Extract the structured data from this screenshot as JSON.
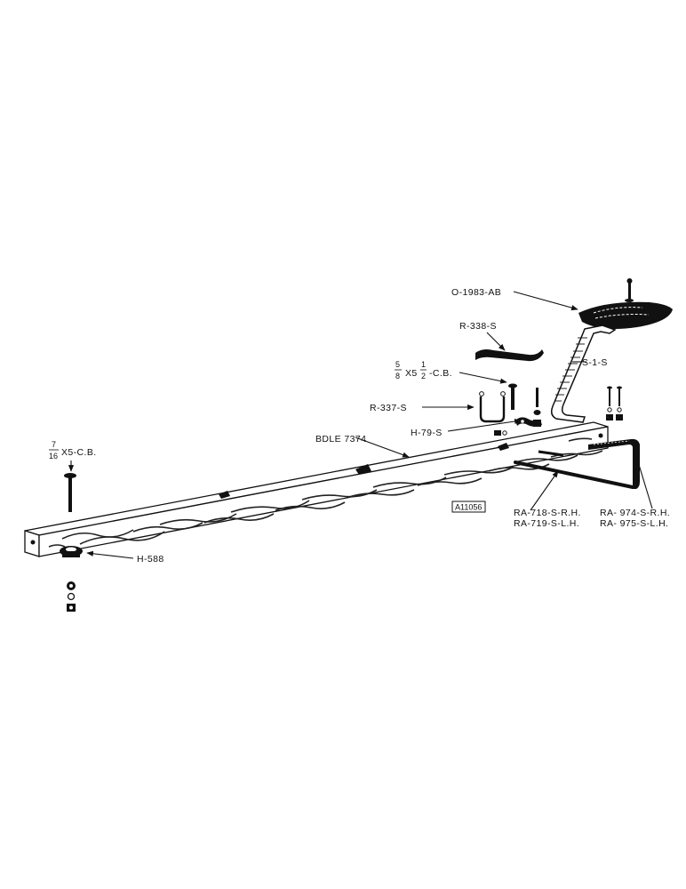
{
  "labels": {
    "seat": "O-1983-AB",
    "seat_bar": "R-338-S",
    "bolt_5_8": {
      "num": "5",
      "den": "8",
      "text": "X5",
      "frac_num": "1",
      "frac_den": "2",
      "suffix": "-C.B."
    },
    "seat_spring": "S-1-S",
    "u_bolt": "R-337-S",
    "clamp": "H-79-S",
    "pole": "BDLE 7374",
    "bolt_7_16": {
      "num": "7",
      "den": "16",
      "text": "X5-C.B."
    },
    "hitch": "H-588",
    "brace_rod_rh": "RA-718-S-R.H.",
    "brace_rod_lh": "RA-719-S-L.H.",
    "brace_rh": "RA- 974-S-R.H.",
    "brace_lh": "RA- 975-S-L.H.",
    "figure_code": "A11056"
  },
  "colors": {
    "ink": "#111111",
    "wood": "#ffffff",
    "grain": "#222222"
  }
}
